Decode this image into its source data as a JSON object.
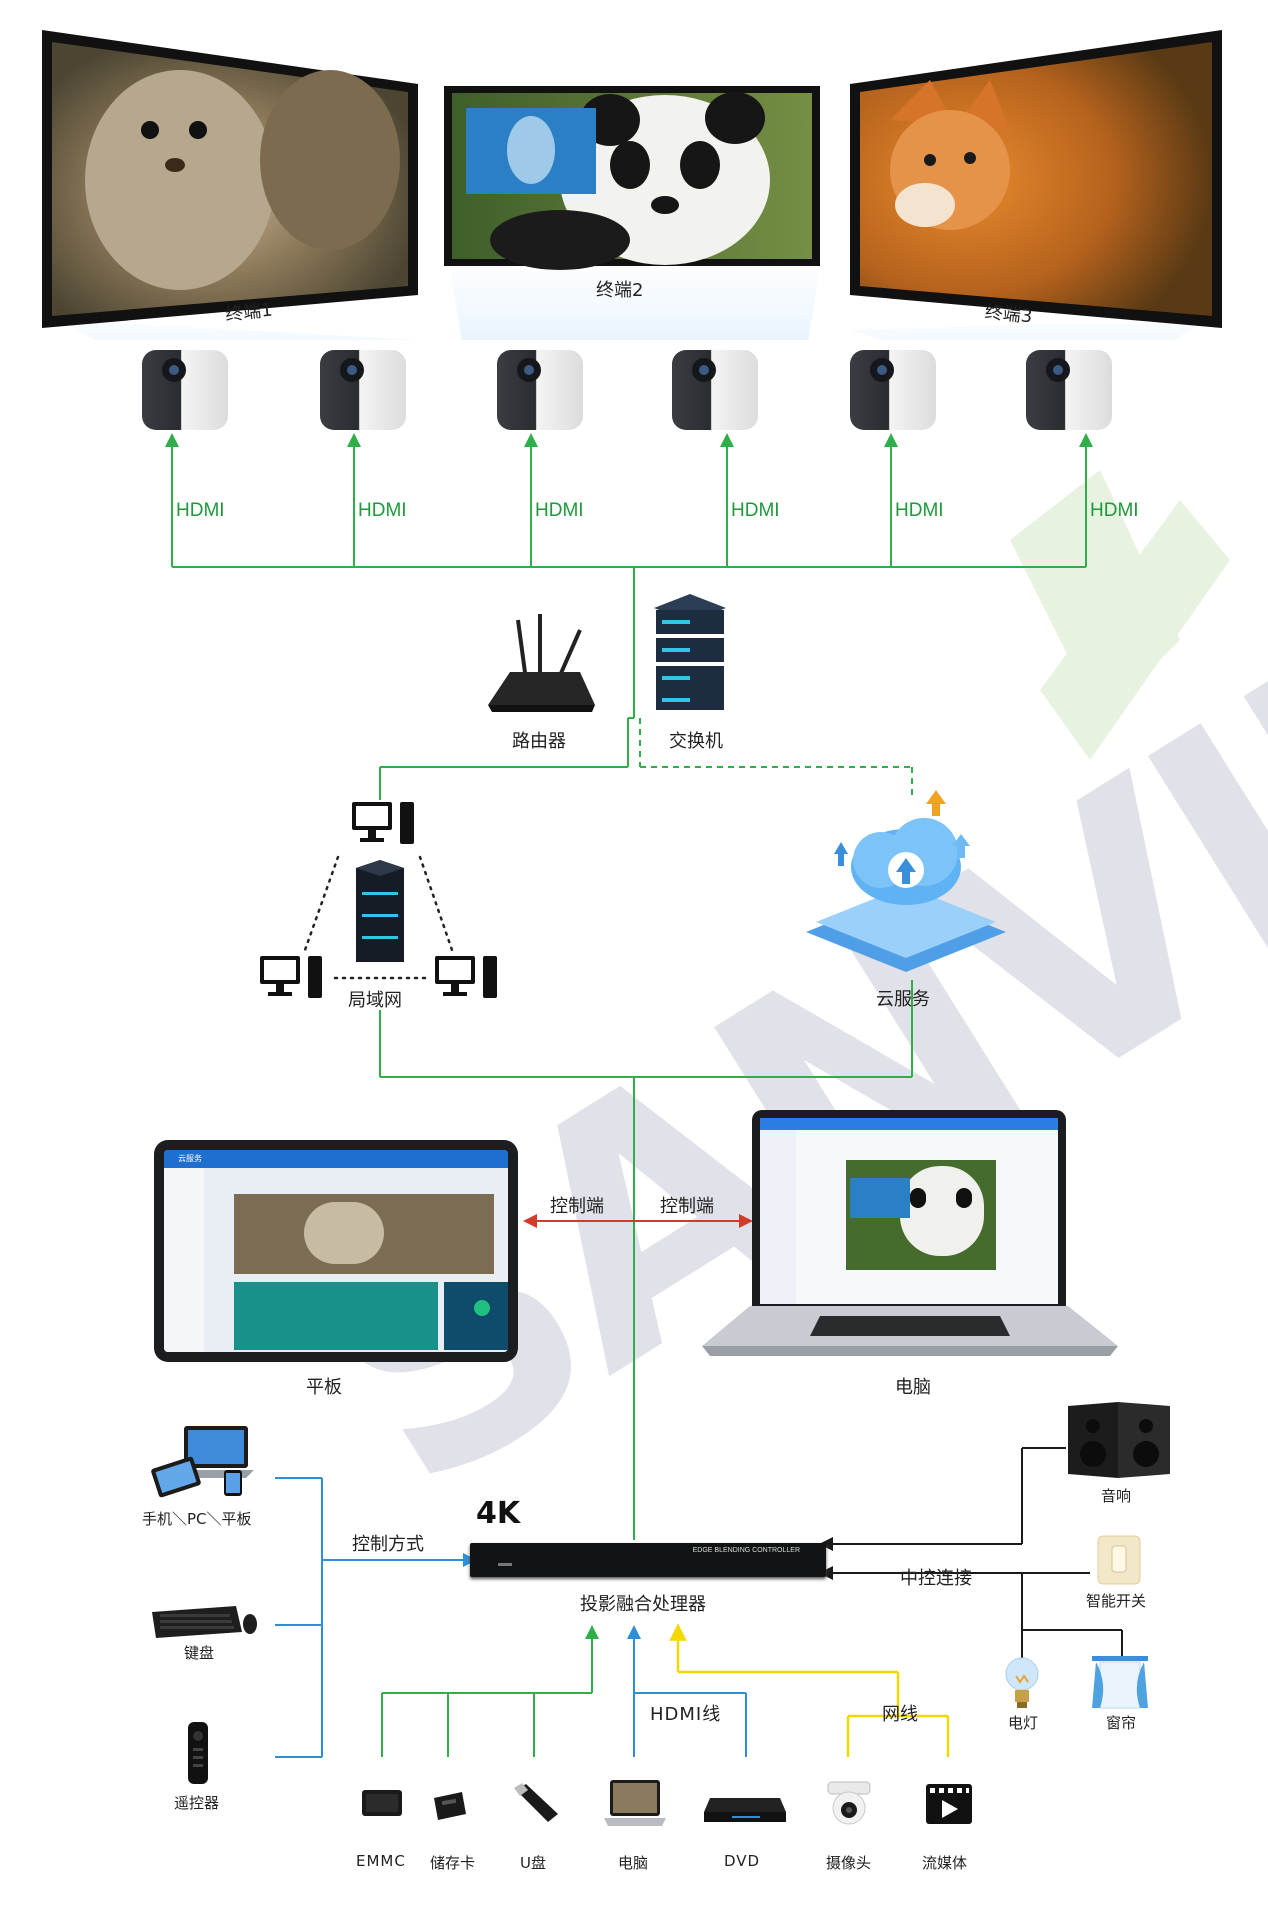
{
  "terminals": [
    {
      "label": "终端1",
      "image": "squirrel"
    },
    {
      "label": "终端2",
      "image": "panda-with-dolphin-pip"
    },
    {
      "label": "终端3",
      "image": "fox"
    }
  ],
  "projector_links": [
    "HDMI",
    "HDMI",
    "HDMI",
    "HDMI",
    "HDMI",
    "HDMI"
  ],
  "network": {
    "router": "路由器",
    "switch": "交换机",
    "lan": "局域网",
    "cloud": "云服务"
  },
  "control": {
    "tablet": "平板",
    "computer": "电脑",
    "left_link": "控制端",
    "right_link": "控制端",
    "tablet_app_title": "云服务"
  },
  "processor": {
    "badge": "4K",
    "name": "投影融合处理器",
    "device_text": "EDGE BLENDING CONTROLLER"
  },
  "control_methods": {
    "title": "控制方式",
    "items": [
      "手机＼PC＼平板",
      "键盘",
      "遥控器"
    ]
  },
  "central_control": {
    "title": "中控连接",
    "items": [
      "音响",
      "智能开关",
      "电灯",
      "窗帘"
    ]
  },
  "sources": {
    "hdmi_label": "HDMI线",
    "network_label": "网线",
    "items": [
      "EMMC",
      "储存卡",
      "U盘",
      "电脑",
      "DVD",
      "摄像头",
      "流媒体"
    ]
  },
  "watermark": "SANVIEW",
  "colors": {
    "green": "#2fae4a",
    "blue": "#2d8fd5",
    "yellow": "#f2d800",
    "red": "#d23a2a",
    "black": "#1a1a1a"
  }
}
